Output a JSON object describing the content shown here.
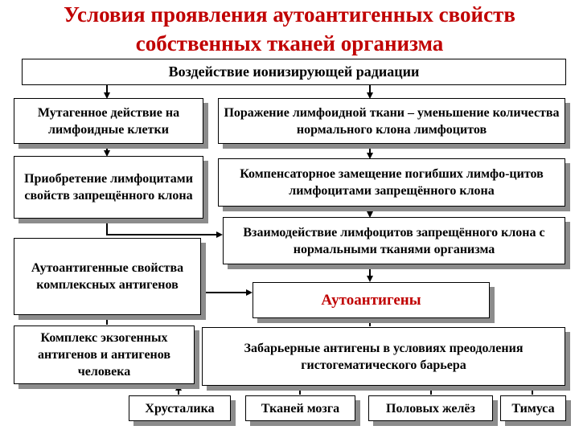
{
  "title": {
    "line1": "Условия проявления аутоантигенных свойств",
    "line2": "собственных тканей организма"
  },
  "nodes": {
    "radiation": "Воздействие ионизирующей радиации",
    "mutagenic": "Мутагенное действие на лимфоидные клетки",
    "lymph_damage": "Поражение лимфоидной ткани – уменьшение количества нормального клона лимфоцитов",
    "acquisition": "Приобретение лимфоцитами свойств запрещённого клона",
    "compensatory": "Компенсаторное замещение погибших лимфо-цитов лимфоцитами запрещённого клона",
    "interaction": "Взаимодействие лимфоцитов запрещённого клона с нормальными тканями организма",
    "complex_props": "Аутоантигенные свойства комплексных антигенов",
    "autoantigens": "Аутоантигены",
    "exo_complex": "Комплекс экзогенных антигенов и антигенов человека",
    "barrier": "Забарьерные антигены в условиях преодоления гистогематического барьера",
    "lens": "Хрусталика",
    "brain": "Тканей мозга",
    "gonads": "Половых желёз",
    "thymus": "Тимуса"
  },
  "colors": {
    "accent": "#c00000",
    "shadow": "#8c8c8c"
  }
}
